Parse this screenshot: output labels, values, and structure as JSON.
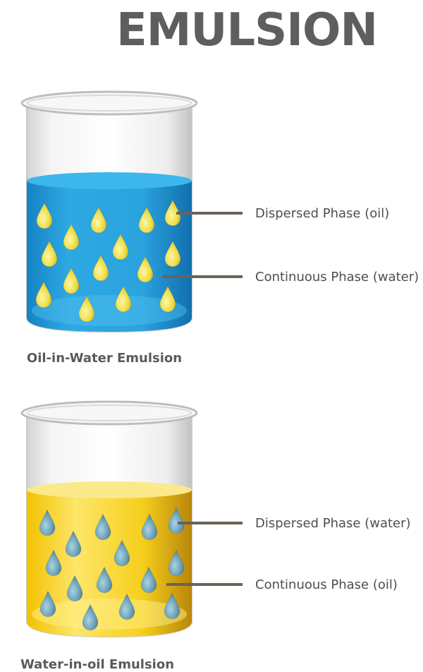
{
  "title": "EMULSION",
  "beakers": [
    {
      "caption": "Oil-in-Water Emulsion",
      "liquid_color": "#2aa3de",
      "droplet_color": "#f1e04a",
      "labels": [
        "Dispersed Phase (oil)",
        "Continuous Phase (water)"
      ]
    },
    {
      "caption": "Water-in-oil Emulsion",
      "liquid_color": "#f6cf1c",
      "droplet_color": "#6c9fb6",
      "labels": [
        "Dispersed Phase (water)",
        "Continuous Phase (oil)"
      ]
    }
  ]
}
